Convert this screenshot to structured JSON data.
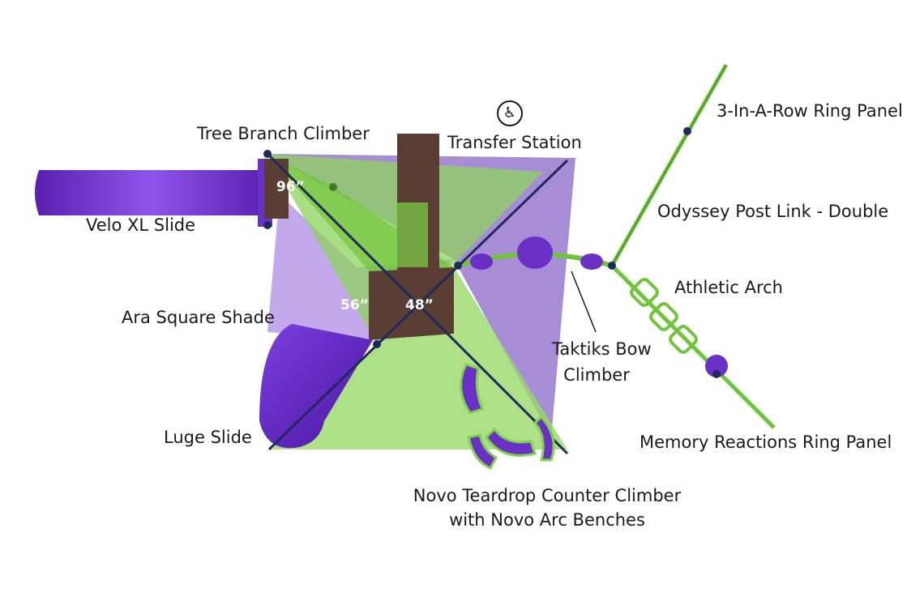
{
  "labels": {
    "three_in_a_row": "3-In-A-Row Ring Panel",
    "tree_branch": "Tree Branch Climber",
    "transfer_station": "Transfer Station",
    "velo_xl": "Velo XL Slide",
    "odyssey": "Odyssey Post Link - Double",
    "athletic_arch": "Athletic Arch",
    "ara_shade": "Ara Square Shade",
    "taktiks_line1": "Taktiks Bow",
    "taktiks_line2": "Climber",
    "luge": "Luge Slide",
    "memory": "Memory Reactions Ring Panel",
    "novo_line1": "Novo Teardrop Counter Climber",
    "novo_line2": "with Novo Arc Benches"
  },
  "dimensions": {
    "d96": "96”",
    "d56": "56”",
    "d48": "48”"
  },
  "icons": {
    "accessibility": "wheelchair-accessibility-icon"
  },
  "colors": {
    "purple": "#6a2fc4",
    "purple_light": "#9c7ad6",
    "green": "#7ed34a",
    "green_light": "#a9e083",
    "brown": "#5a3e34",
    "navy": "#1f2a5c"
  }
}
